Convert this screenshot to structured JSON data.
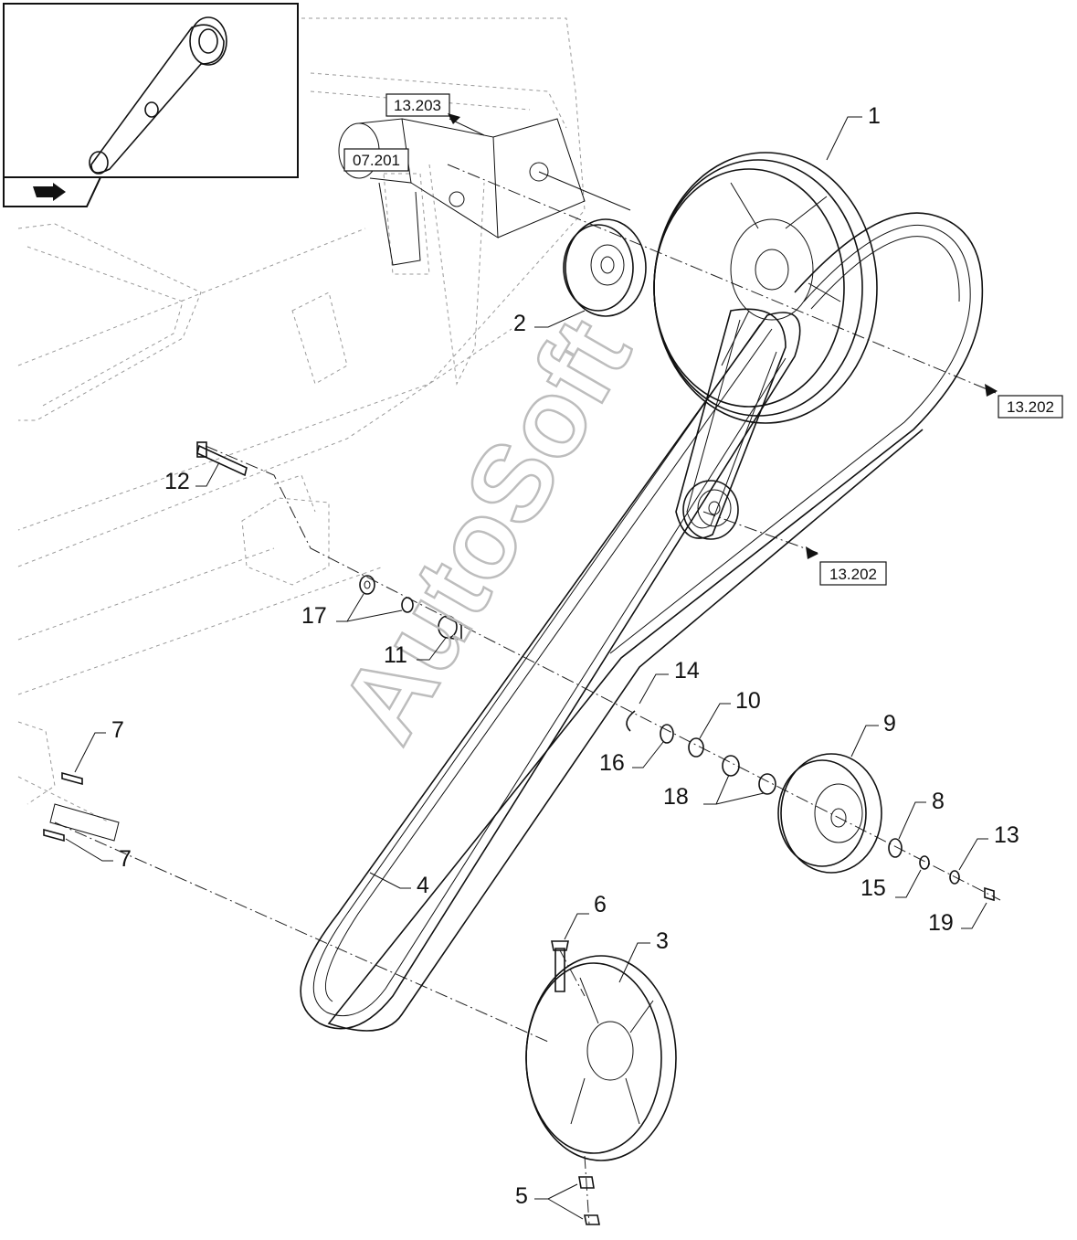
{
  "diagram": {
    "type": "exploded-parts-view",
    "watermark": "AutoSoft",
    "references": [
      {
        "id": "ref-13203",
        "label": "13.203"
      },
      {
        "id": "ref-07201",
        "label": "07.201"
      },
      {
        "id": "ref-13202a",
        "label": "13.202"
      },
      {
        "id": "ref-13202b",
        "label": "13.202"
      }
    ],
    "callouts": [
      {
        "id": "c1",
        "label": "1"
      },
      {
        "id": "c2",
        "label": "2"
      },
      {
        "id": "c3",
        "label": "3"
      },
      {
        "id": "c4",
        "label": "4"
      },
      {
        "id": "c5",
        "label": "5"
      },
      {
        "id": "c6",
        "label": "6"
      },
      {
        "id": "c7a",
        "label": "7"
      },
      {
        "id": "c7b",
        "label": "7"
      },
      {
        "id": "c8",
        "label": "8"
      },
      {
        "id": "c9",
        "label": "9"
      },
      {
        "id": "c10",
        "label": "10"
      },
      {
        "id": "c11",
        "label": "11"
      },
      {
        "id": "c12",
        "label": "12"
      },
      {
        "id": "c13",
        "label": "13"
      },
      {
        "id": "c14",
        "label": "14"
      },
      {
        "id": "c15",
        "label": "15"
      },
      {
        "id": "c16",
        "label": "16"
      },
      {
        "id": "c17",
        "label": "17"
      },
      {
        "id": "c18",
        "label": "18"
      },
      {
        "id": "c19",
        "label": "19"
      }
    ],
    "nav_icon": "forward-arrow-icon"
  }
}
